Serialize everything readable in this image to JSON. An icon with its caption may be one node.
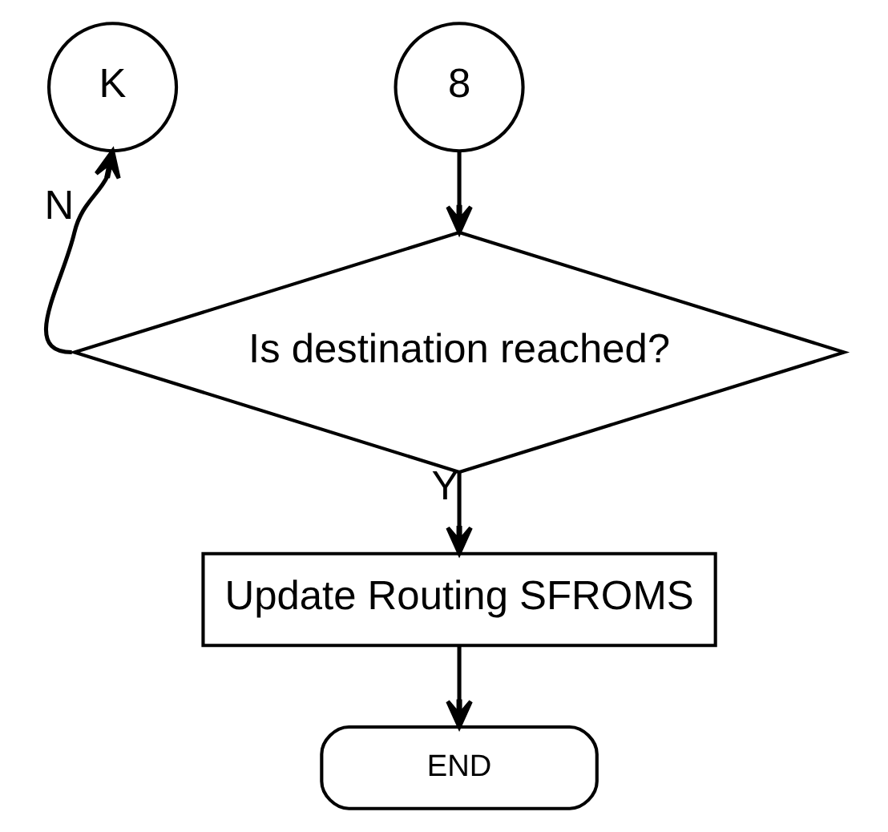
{
  "diagram": {
    "nodes": [
      {
        "text": [
          "K"
        ]
      },
      {
        "text": [
          "8"
        ]
      },
      {
        "text": [
          "Is destination reached?"
        ]
      },
      {
        "text": [
          "Update Routing SFROMS"
        ]
      },
      {
        "text": [
          "END"
        ]
      }
    ],
    "edges": [
      {
        "from": 1,
        "to": 2,
        "arrow": "to"
      },
      {
        "from": 2,
        "to": 0,
        "arrow": "to",
        "label": "N"
      },
      {
        "from": 2,
        "to": 3,
        "arrow": "to",
        "label": "Y"
      },
      {
        "from": 3,
        "to": 4,
        "arrow": "to"
      }
    ]
  }
}
